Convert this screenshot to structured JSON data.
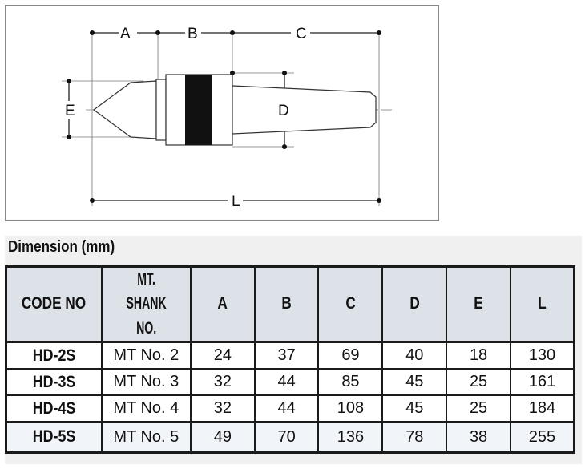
{
  "drawing": {
    "labels": {
      "A": "A",
      "B": "B",
      "C": "C",
      "D": "D",
      "E": "E",
      "L": "L"
    }
  },
  "section_title": "Dimension (mm)",
  "table": {
    "headers": {
      "code": "CODE NO",
      "shank_line1": "MT. SHANK",
      "shank_line2": "NO.",
      "a": "A",
      "b": "B",
      "c": "C",
      "d": "D",
      "e": "E",
      "l": "L"
    },
    "rows": [
      {
        "code": "HD-2S",
        "shank": "MT No. 2",
        "a": "24",
        "b": "37",
        "c": "69",
        "d": "40",
        "e": "18",
        "l": "130"
      },
      {
        "code": "HD-3S",
        "shank": "MT No. 3",
        "a": "32",
        "b": "44",
        "c": "85",
        "d": "45",
        "e": "25",
        "l": "161"
      },
      {
        "code": "HD-4S",
        "shank": "MT No. 4",
        "a": "32",
        "b": "44",
        "c": "108",
        "d": "45",
        "e": "25",
        "l": "184"
      },
      {
        "code": "HD-5S",
        "shank": "MT No. 5",
        "a": "49",
        "b": "70",
        "c": "136",
        "d": "78",
        "e": "38",
        "l": "255"
      }
    ]
  }
}
